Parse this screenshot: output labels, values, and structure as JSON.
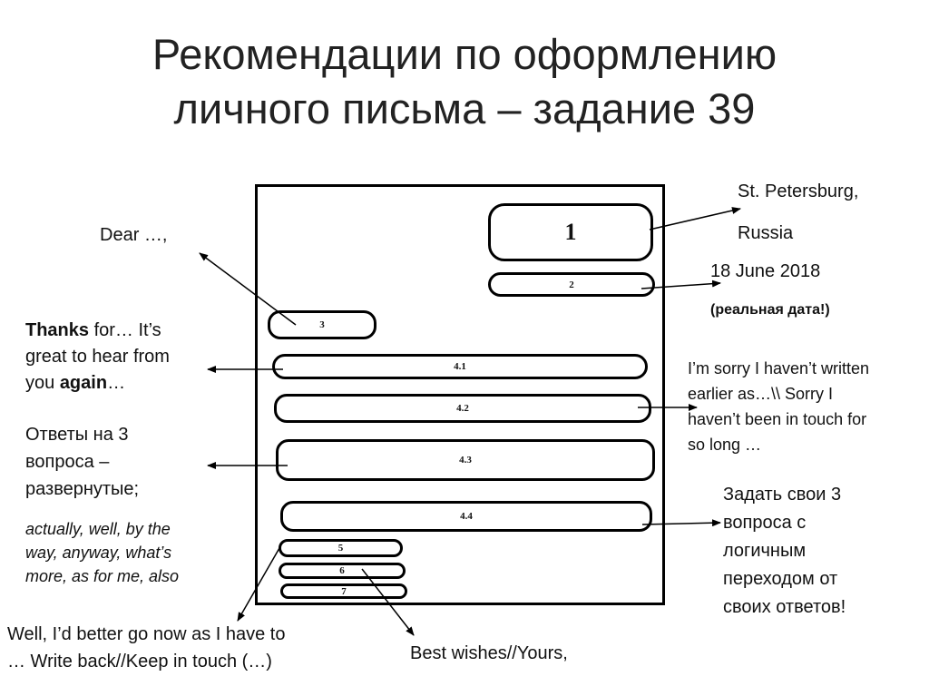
{
  "title": {
    "line1": "Рекомендации по оформлению",
    "line2": "личного письма – задание 39"
  },
  "slots": {
    "s1": "1",
    "s2": "2",
    "s3": "3",
    "s41": "4.1",
    "s42": "4.2",
    "s43": "4.3",
    "s44": "4.4",
    "s5": "5",
    "s6": "6",
    "s7": "7"
  },
  "address": {
    "city": "St. Petersburg,",
    "country": "Russia"
  },
  "date": {
    "value": "18 June 2018",
    "note": "(реальная дата!)"
  },
  "greeting": "Dear …,",
  "thanks": {
    "w1": "Thanks",
    "t1": " for… It’s",
    "t2": "great to hear from",
    "t3": "you ",
    "w2": "again",
    "t4": "…"
  },
  "sorry": {
    "line1": "I’m sorry I haven’t written",
    "line2": "earlier as…\\\\ Sorry I",
    "line3": "haven’t been in touch for",
    "line4": "so long …"
  },
  "answers": {
    "line1": "Ответы на 3",
    "line2": "вопроса –",
    "line3": "развернутые;"
  },
  "linkers": {
    "line1": "actually, well, by the",
    "line2": "way, anyway, what’s",
    "line3": "more, as for me, also"
  },
  "questions": {
    "line1": "Задать свои 3",
    "line2": "вопроса с",
    "line3": "логичным",
    "line4": "переходом от",
    "line5": "своих ответов!"
  },
  "closing": {
    "line1": "Well, I’d better go now as I have to",
    "line2": "… Write back//Keep in touch (…)"
  },
  "signoff": "Best wishes//Yours,"
}
